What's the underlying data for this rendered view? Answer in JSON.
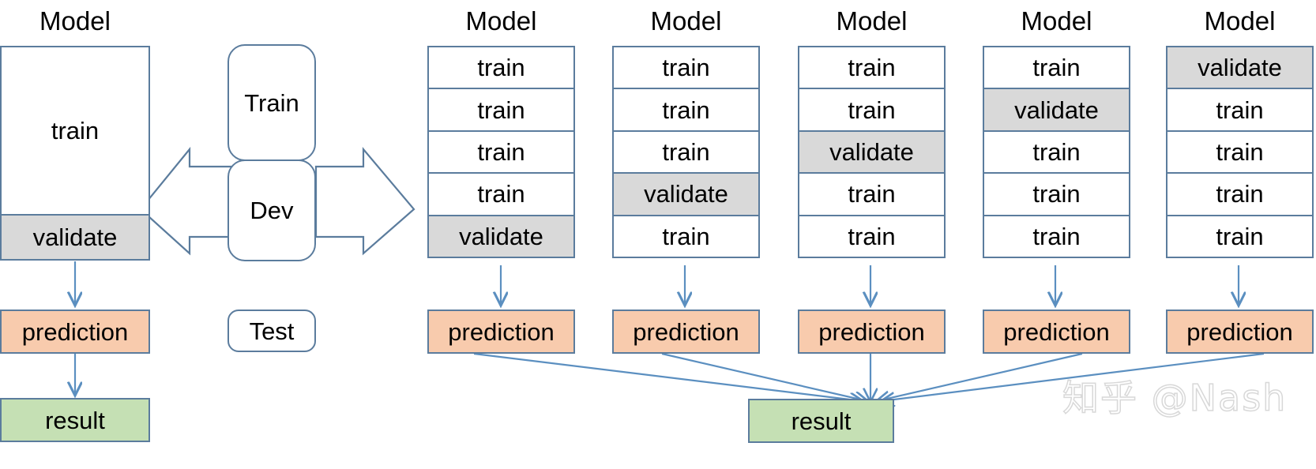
{
  "diagram": {
    "title_label": "Model",
    "labels": {
      "train": "train",
      "validate": "validate",
      "prediction": "prediction",
      "result": "result",
      "split_train": "Train",
      "split_dev": "Dev",
      "split_test": "Test"
    },
    "colors": {
      "border": "#5b7c9d",
      "validate_fill": "#d9d9d9",
      "prediction_fill": "#f8cbad",
      "result_fill": "#c5e0b4",
      "arrow": "#5b8fc0",
      "box_fill": "#ffffff"
    },
    "left_example": {
      "title": "Model",
      "train_label": "train",
      "validate_label": "validate",
      "prediction_label": "prediction",
      "result_label": "result"
    },
    "dataset_split": {
      "train_label": "Train",
      "dev_label": "Dev",
      "test_label": "Test"
    },
    "cv_columns": [
      {
        "title": "Model",
        "cells": [
          "train",
          "train",
          "train",
          "train",
          "validate"
        ],
        "validate_index": 4,
        "prediction_label": "prediction"
      },
      {
        "title": "Model",
        "cells": [
          "train",
          "train",
          "train",
          "validate",
          "train"
        ],
        "validate_index": 3,
        "prediction_label": "prediction"
      },
      {
        "title": "Model",
        "cells": [
          "train",
          "train",
          "validate",
          "train",
          "train"
        ],
        "validate_index": 2,
        "prediction_label": "prediction"
      },
      {
        "title": "Model",
        "cells": [
          "train",
          "validate",
          "train",
          "train",
          "train"
        ],
        "validate_index": 1,
        "prediction_label": "prediction"
      },
      {
        "title": "Model",
        "cells": [
          "validate",
          "train",
          "train",
          "train",
          "train"
        ],
        "validate_index": 0,
        "prediction_label": "prediction"
      }
    ],
    "cv_result_label": "result",
    "watermark": "知乎 @Nash"
  }
}
